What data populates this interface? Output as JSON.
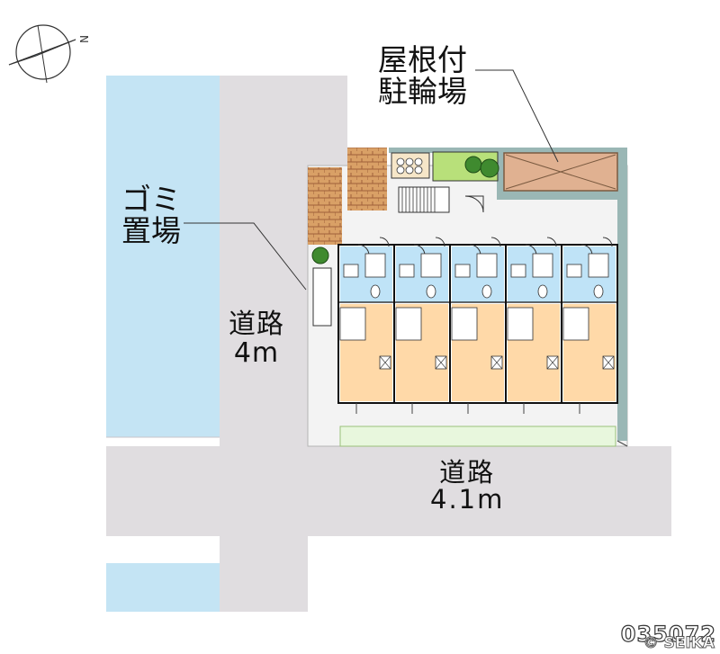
{
  "labels": {
    "garbage_line1": "ゴミ",
    "garbage_line2": "置場",
    "bike_line1": "屋根付",
    "bike_line2": "駐輪場",
    "road_west_line1": "道路",
    "road_west_line2": "4m",
    "road_south_line1": "道路",
    "road_south_line2": "4.1m"
  },
  "compass": {
    "north_letter": "N"
  },
  "property_code": "035072",
  "copyright": "© SEIKA",
  "colors": {
    "water": "#c4e4f4",
    "road": "#e0dde0",
    "lot": "#f3f3f3",
    "room": "#ffd9a8",
    "bath": "#bfe3f7",
    "wall": "#111111",
    "brick": "#d9a066",
    "grass": "#b8e07a",
    "shelter": "#e0b191",
    "fence": "#9ab7b5",
    "green_strip": "#e8f7dd"
  },
  "units": [
    {},
    {},
    {},
    {},
    {}
  ]
}
